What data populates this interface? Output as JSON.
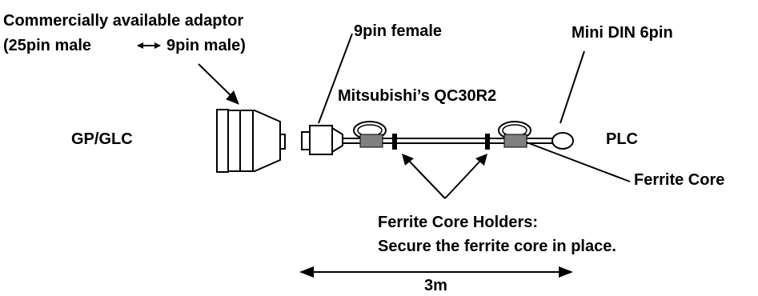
{
  "labels": {
    "adaptor_line1": "Commercially available adaptor",
    "adaptor_line2_left": "(25pin male",
    "adaptor_line2_right": "9pin male)",
    "nine_pin_female": "9pin female",
    "mini_din": "Mini DIN 6pin",
    "cable_name": "Mitsubishi’s QC30R2",
    "gp_glc": "GP/GLC",
    "plc": "PLC",
    "ferrite_core": "Ferrite Core",
    "holders_line1": "Ferrite Core Holders:",
    "holders_line2": "Secure the ferrite core in place.",
    "length": "3m"
  },
  "colors": {
    "ink": "#000000",
    "ferrite": "#808080",
    "background": "#ffffff"
  }
}
